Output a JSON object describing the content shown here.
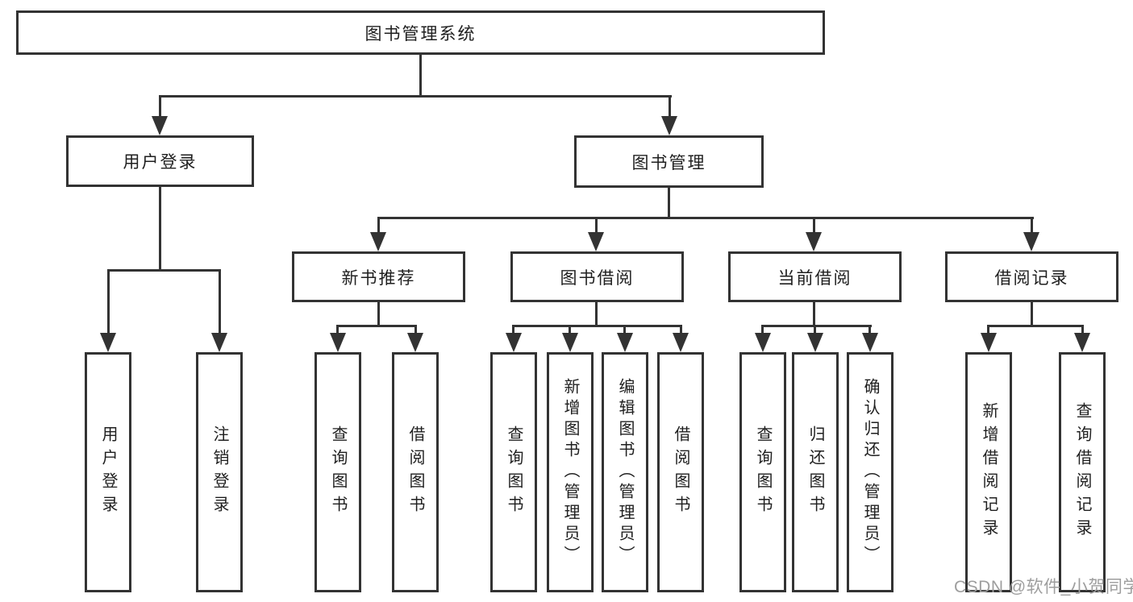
{
  "nodes": {
    "root": "图书管理系统",
    "user_login": "用户登录",
    "book_management": "图书管理",
    "new_book_recommend": "新书推荐",
    "book_borrowing": "图书借阅",
    "current_borrowing": "当前借阅",
    "borrowing_records": "借阅记录",
    "leaf_user_login": "用户登录",
    "leaf_logout": "注销登录",
    "leaf_nb_query_books": "查询图书",
    "leaf_nb_borrow_books": "借阅图书",
    "leaf_bb_query_books": "查询图书",
    "leaf_bb_add_books_admin": "新增图书（管理员）",
    "leaf_bb_edit_books_admin": "编辑图书（管理员）",
    "leaf_bb_borrow_books": "借阅图书",
    "leaf_cb_query_books": "查询图书",
    "leaf_cb_return_books": "归还图书",
    "leaf_cb_confirm_return_admin": "确认归还（管理员）",
    "leaf_br_add_record": "新增借阅记录",
    "leaf_br_query_record": "查询借阅记录"
  },
  "watermark": "CSDN @软件_小贺同学",
  "colors": {
    "line": "#333333",
    "text": "#1f1f1f",
    "watermark": "#9e9e9e",
    "background": "#ffffff"
  }
}
